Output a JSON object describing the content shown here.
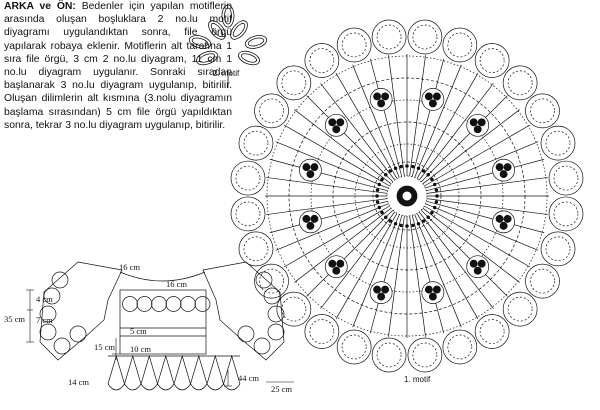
{
  "instructions": {
    "title": "ARKA ve ÖN:",
    "body": "Bedenler için yapılan motiflerin arasında oluşan boşluklara 2 no.lu motif diyagramı uygulandıktan sonra, file örgü yapılarak robaya eklenir. Motiflerin alt tarafına 1 sıra file örgü, 3 cm 2 no.lu diyagram, 11 cm 1 no.lu diyagram uygulanır. Sonraki sıradan başlanarak 3 no.lu diyagram uygulanıp, bitirilir. Oluşan dilimlerin alt kısmına (3.nolu diyagramın başlama sırasından) 5 cm file örgü yapıldıktan sonra, tekrar 3 no.lu diyagram uygulanıp, bitirilir."
  },
  "motif2": {
    "caption": "2. motif"
  },
  "motif1": {
    "caption": "1. motif"
  },
  "schematic": {
    "labels": {
      "neck_width": "16 cm",
      "yoke_width": "16 cm",
      "height_total": "35 cm",
      "height_upper": "4 cm",
      "height_lower": "7 cm",
      "band_height": "5 cm",
      "side_total": "15 cm",
      "body_height": "10 cm",
      "hem_height": "14 cm",
      "bottom_depth": "44 cm",
      "half_width": "25 cm"
    }
  }
}
